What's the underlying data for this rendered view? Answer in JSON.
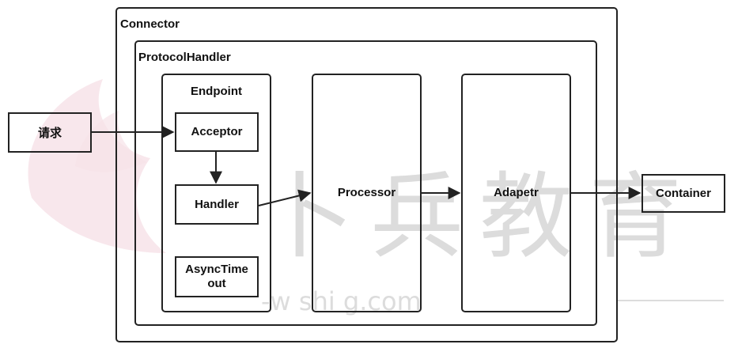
{
  "containers": {
    "connector_label": "Connector",
    "protocol_handler_label": "ProtocolHandler",
    "endpoint_label": "Endpoint"
  },
  "nodes": {
    "request": "请求",
    "acceptor": "Acceptor",
    "handler": "Handler",
    "async_timeout_line1": "AsyncTime",
    "async_timeout_line2": "out",
    "processor": "Processor",
    "adapter": "Adapetr",
    "container": "Container"
  },
  "watermark": {
    "text_chars": "卜兵教育",
    "url_text": "-w          shi      g.com"
  },
  "colors": {
    "line": "#222222",
    "watermark": "#dcdcdc",
    "logo": "#f3d4dc"
  }
}
